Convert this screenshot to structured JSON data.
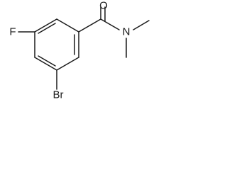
{
  "molecule": {
    "atoms": {
      "oxygen": "O",
      "nitrogen": "N",
      "fluorine": "F",
      "bromine": "Br"
    },
    "colors": {
      "bond": "#1a1a1a",
      "label": "#1a1a1a",
      "background": "#ffffff"
    }
  }
}
